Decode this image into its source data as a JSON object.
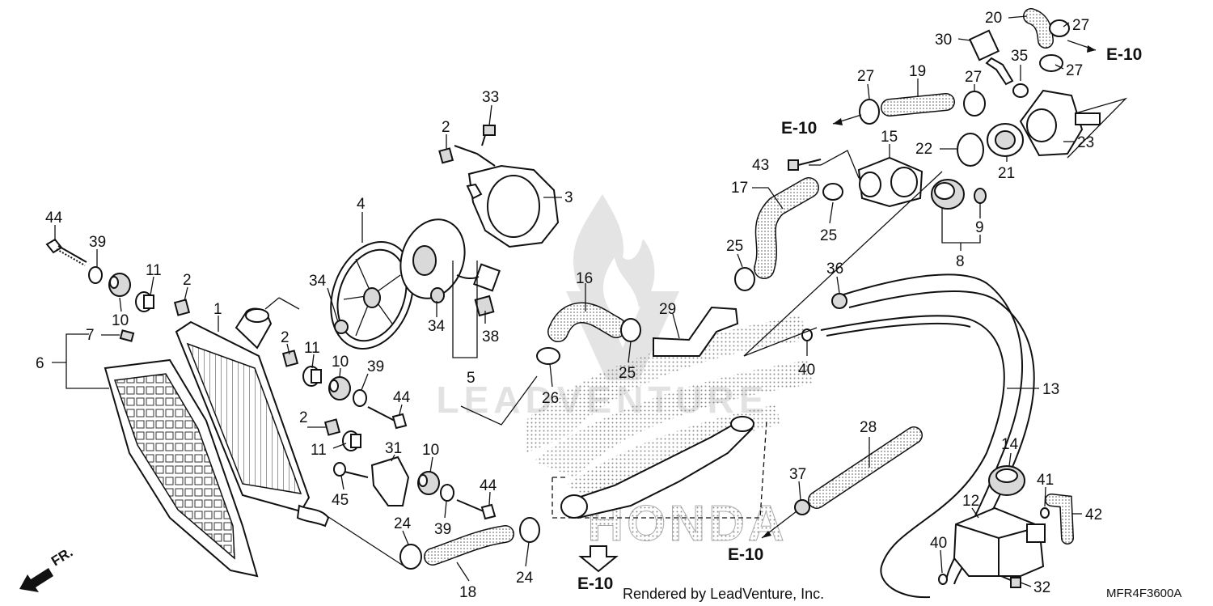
{
  "diagram": {
    "callouts": [
      {
        "id": "c44a",
        "label": "44"
      },
      {
        "id": "c39a",
        "label": "39"
      },
      {
        "id": "c11a",
        "label": "11"
      },
      {
        "id": "c10a",
        "label": "10"
      },
      {
        "id": "c2a",
        "label": "2"
      },
      {
        "id": "c1",
        "label": "1"
      },
      {
        "id": "c7",
        "label": "7"
      },
      {
        "id": "c6",
        "label": "6"
      },
      {
        "id": "c4",
        "label": "4"
      },
      {
        "id": "c34a",
        "label": "34"
      },
      {
        "id": "c34b",
        "label": "34"
      },
      {
        "id": "c2b",
        "label": "2"
      },
      {
        "id": "c33",
        "label": "33"
      },
      {
        "id": "c3",
        "label": "3"
      },
      {
        "id": "c38",
        "label": "38"
      },
      {
        "id": "c5",
        "label": "5"
      },
      {
        "id": "c2c",
        "label": "2"
      },
      {
        "id": "c11b",
        "label": "11"
      },
      {
        "id": "c10b",
        "label": "10"
      },
      {
        "id": "c39b",
        "label": "39"
      },
      {
        "id": "c44b",
        "label": "44"
      },
      {
        "id": "c2d",
        "label": "2"
      },
      {
        "id": "c11c",
        "label": "11"
      },
      {
        "id": "c31",
        "label": "31"
      },
      {
        "id": "c10c",
        "label": "10"
      },
      {
        "id": "c45",
        "label": "45"
      },
      {
        "id": "c39c",
        "label": "39"
      },
      {
        "id": "c44c",
        "label": "44"
      },
      {
        "id": "c24a",
        "label": "24"
      },
      {
        "id": "c18",
        "label": "18"
      },
      {
        "id": "c24b",
        "label": "24"
      },
      {
        "id": "c16",
        "label": "16"
      },
      {
        "id": "c26",
        "label": "26"
      },
      {
        "id": "c25a",
        "label": "25"
      },
      {
        "id": "c29",
        "label": "29"
      },
      {
        "id": "c17",
        "label": "17"
      },
      {
        "id": "c25b",
        "label": "25"
      },
      {
        "id": "c25c",
        "label": "25"
      },
      {
        "id": "c43",
        "label": "43"
      },
      {
        "id": "c15",
        "label": "15"
      },
      {
        "id": "c27a",
        "label": "27"
      },
      {
        "id": "c19",
        "label": "19"
      },
      {
        "id": "c27b",
        "label": "27"
      },
      {
        "id": "c20",
        "label": "20"
      },
      {
        "id": "c27c",
        "label": "27"
      },
      {
        "id": "c30",
        "label": "30"
      },
      {
        "id": "c35",
        "label": "35"
      },
      {
        "id": "c27d",
        "label": "27"
      },
      {
        "id": "c22",
        "label": "22"
      },
      {
        "id": "c21",
        "label": "21"
      },
      {
        "id": "c23",
        "label": "23"
      },
      {
        "id": "c9",
        "label": "9"
      },
      {
        "id": "c8",
        "label": "8"
      },
      {
        "id": "c36",
        "label": "36"
      },
      {
        "id": "c40a",
        "label": "40"
      },
      {
        "id": "c13",
        "label": "13"
      },
      {
        "id": "c28",
        "label": "28"
      },
      {
        "id": "c37",
        "label": "37"
      },
      {
        "id": "c14",
        "label": "14"
      },
      {
        "id": "c41",
        "label": "41"
      },
      {
        "id": "c42",
        "label": "42"
      },
      {
        "id": "c12",
        "label": "12"
      },
      {
        "id": "c40b",
        "label": "40"
      },
      {
        "id": "c32",
        "label": "32"
      }
    ],
    "refs": [
      {
        "id": "r1",
        "label": "E-10"
      },
      {
        "id": "r2",
        "label": "E-10"
      },
      {
        "id": "r3",
        "label": "E-10"
      },
      {
        "id": "r4",
        "label": "E-10"
      }
    ],
    "front_marker": "FR.",
    "drawing_code": "MFR4F3600A",
    "caption": "Rendered by LeadVenture, Inc.",
    "watermark": "LEADVENTURE",
    "brand_watermark": "HONDA"
  }
}
